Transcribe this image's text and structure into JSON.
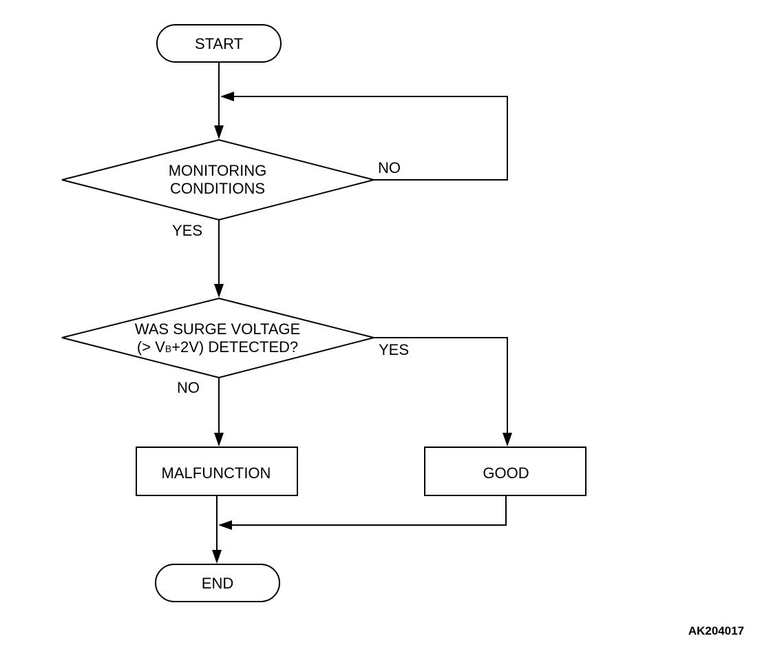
{
  "flowchart": {
    "start": {
      "label": "START"
    },
    "decision1": {
      "line1": "MONITORING",
      "line2": "CONDITIONS",
      "no_label": "NO",
      "yes_label": "YES"
    },
    "decision2": {
      "line1": "WAS SURGE VOLTAGE",
      "line2_prefix": "(> V",
      "line2_sub": "B",
      "line2_suffix": "+2V) DETECTED?",
      "yes_label": "YES",
      "no_label": "NO"
    },
    "malfunction": {
      "label": "MALFUNCTION"
    },
    "good": {
      "label": "GOOD"
    },
    "end": {
      "label": "END"
    }
  },
  "figure_id": "AK204017"
}
